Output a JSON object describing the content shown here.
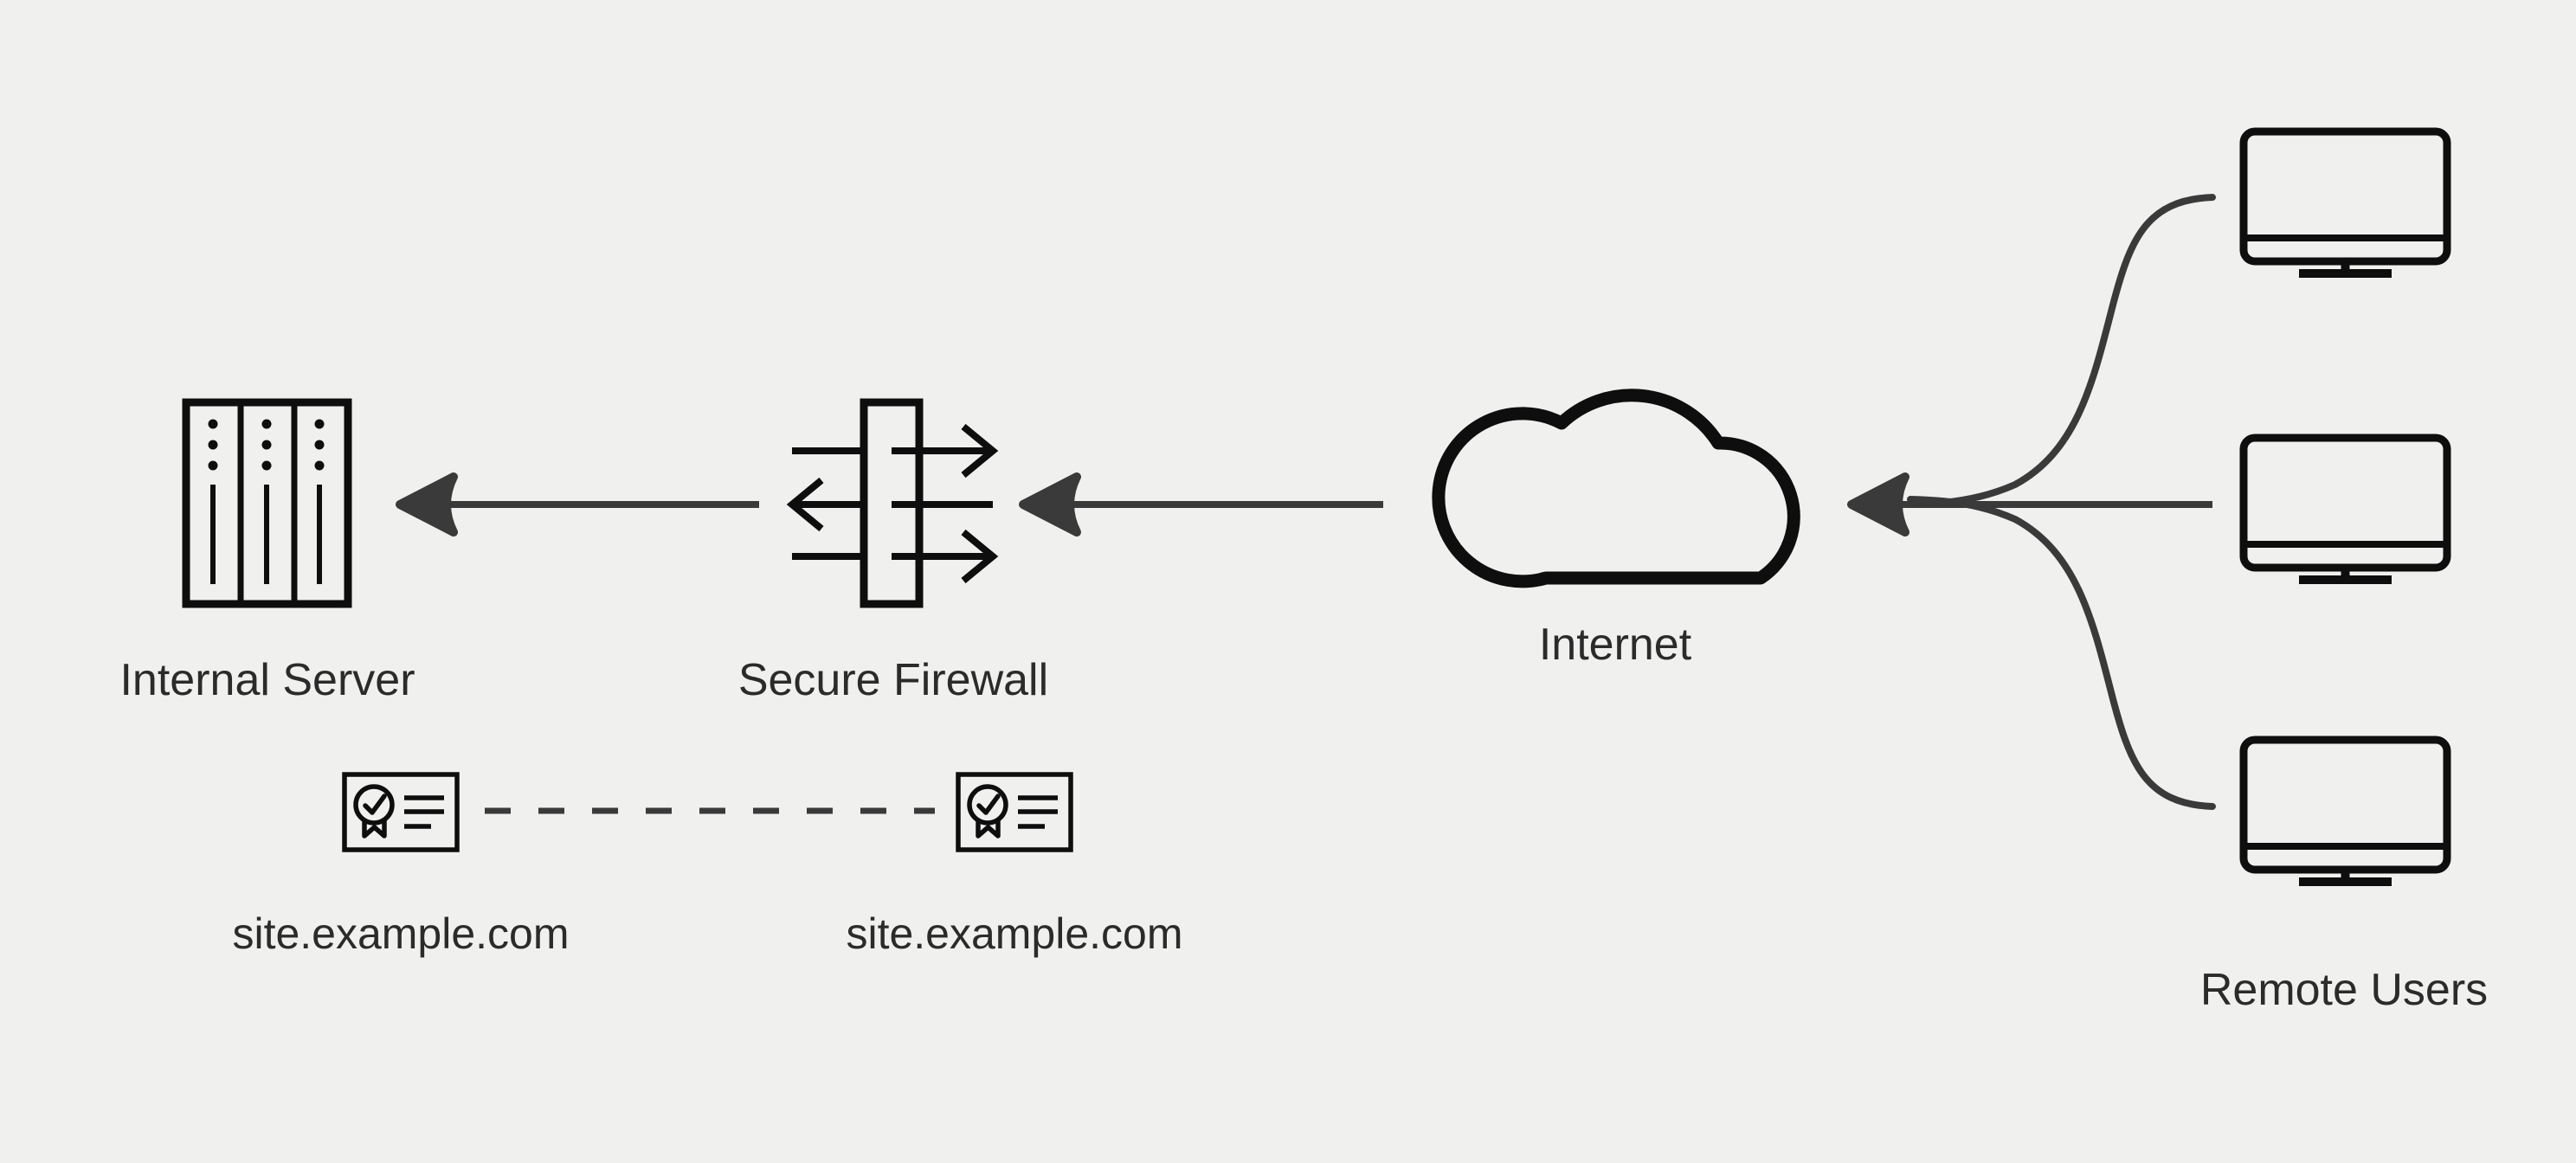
{
  "diagram": {
    "kind": "network-security-architecture",
    "colors": {
      "background": "#f0f0ef",
      "icon_ink": "#0e0e0e",
      "connector": "#3a3a3a",
      "label_text": "#2b2b2b"
    },
    "nodes": {
      "internal_server": {
        "label": "Internal Server",
        "icon": "server-rack-icon"
      },
      "secure_firewall": {
        "label": "Secure Firewall",
        "icon": "firewall-icon"
      },
      "internet": {
        "label": "Internet",
        "icon": "cloud-icon"
      },
      "remote_users": {
        "label": "Remote Users",
        "icon": "monitor-icon",
        "workstation_count": 3
      },
      "firewall_certificate": {
        "label": "site.example.com",
        "icon": "certificate-icon"
      },
      "server_certificate": {
        "label": "site.example.com",
        "icon": "certificate-icon"
      }
    },
    "edges": [
      {
        "from": "remote_users",
        "to": "internet",
        "style": "solid",
        "arrowhead": "left"
      },
      {
        "from": "internet",
        "to": "secure_firewall",
        "style": "solid",
        "arrowhead": "left"
      },
      {
        "from": "secure_firewall",
        "to": "internal_server",
        "style": "solid",
        "arrowhead": "left"
      },
      {
        "from": "server_certificate",
        "to": "firewall_certificate",
        "style": "dashed",
        "arrowhead": "none"
      }
    ]
  }
}
